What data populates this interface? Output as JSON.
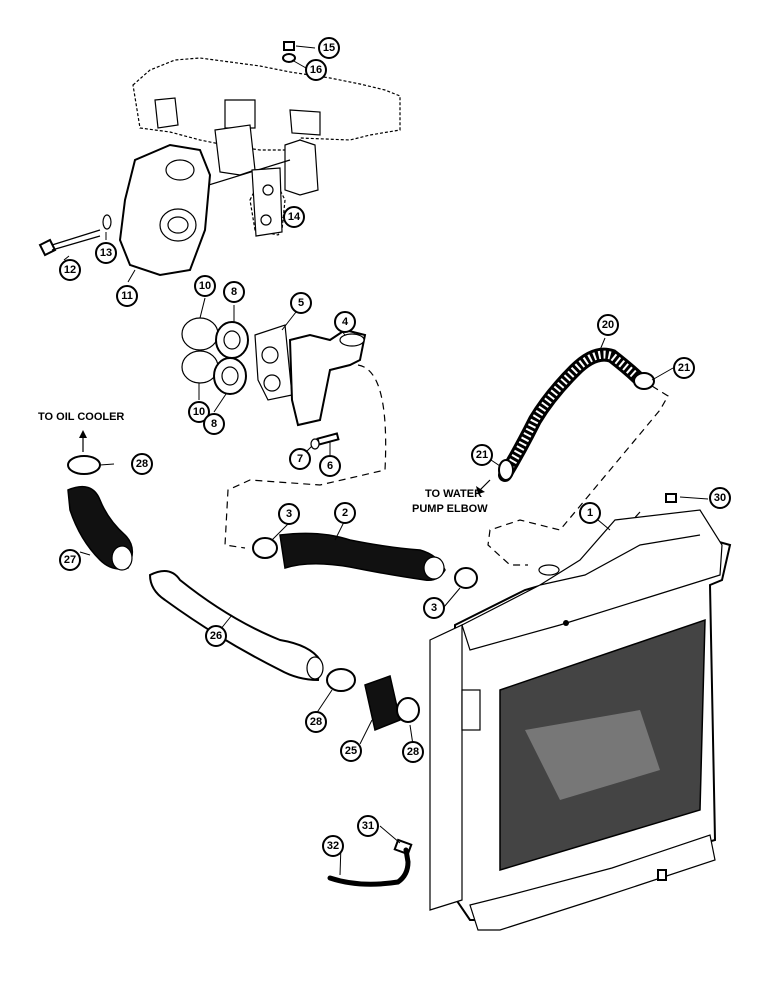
{
  "callouts": [
    {
      "n": "15"
    },
    {
      "n": "16"
    },
    {
      "n": "14"
    },
    {
      "n": "12"
    },
    {
      "n": "13"
    },
    {
      "n": "11"
    },
    {
      "n": "10"
    },
    {
      "n": "8"
    },
    {
      "n": "5"
    },
    {
      "n": "4"
    },
    {
      "n": "10"
    },
    {
      "n": "8"
    },
    {
      "n": "7"
    },
    {
      "n": "6"
    },
    {
      "n": "20"
    },
    {
      "n": "21"
    },
    {
      "n": "21"
    },
    {
      "n": "28"
    },
    {
      "n": "27"
    },
    {
      "n": "3"
    },
    {
      "n": "2"
    },
    {
      "n": "3"
    },
    {
      "n": "1"
    },
    {
      "n": "30"
    },
    {
      "n": "26"
    },
    {
      "n": "28"
    },
    {
      "n": "25"
    },
    {
      "n": "28"
    },
    {
      "n": "31"
    },
    {
      "n": "32"
    }
  ],
  "notes": {
    "oil_cooler": "TO OIL COOLER",
    "water_pump_1": "TO WATER",
    "water_pump_2": "PUMP ELBOW"
  }
}
